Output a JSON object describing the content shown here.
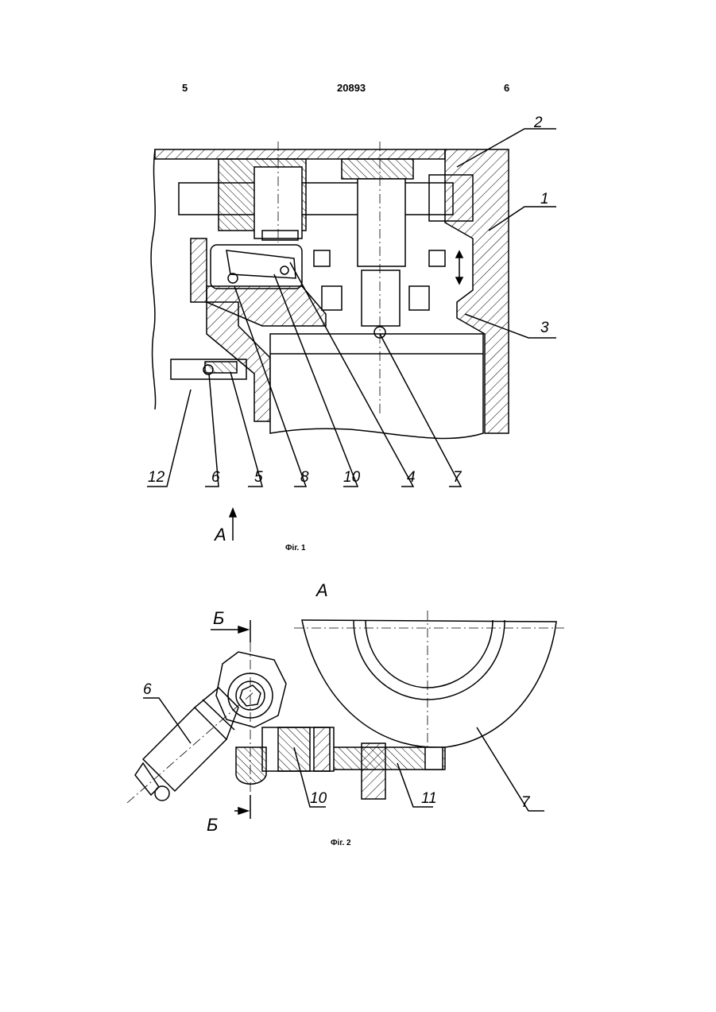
{
  "header": {
    "left_page": "5",
    "patent_number": "20893",
    "right_page": "6"
  },
  "fig1": {
    "caption": "Фіг. 1",
    "view_marker": "А",
    "labels": [
      "1",
      "2",
      "3",
      "12",
      "6",
      "5",
      "8",
      "10",
      "4",
      "7"
    ]
  },
  "fig2": {
    "caption": "Фіг. 2",
    "view_title": "А",
    "section_marker_top": "Б",
    "section_marker_bottom": "Б",
    "labels": [
      "6",
      "10",
      "11",
      "7"
    ]
  }
}
